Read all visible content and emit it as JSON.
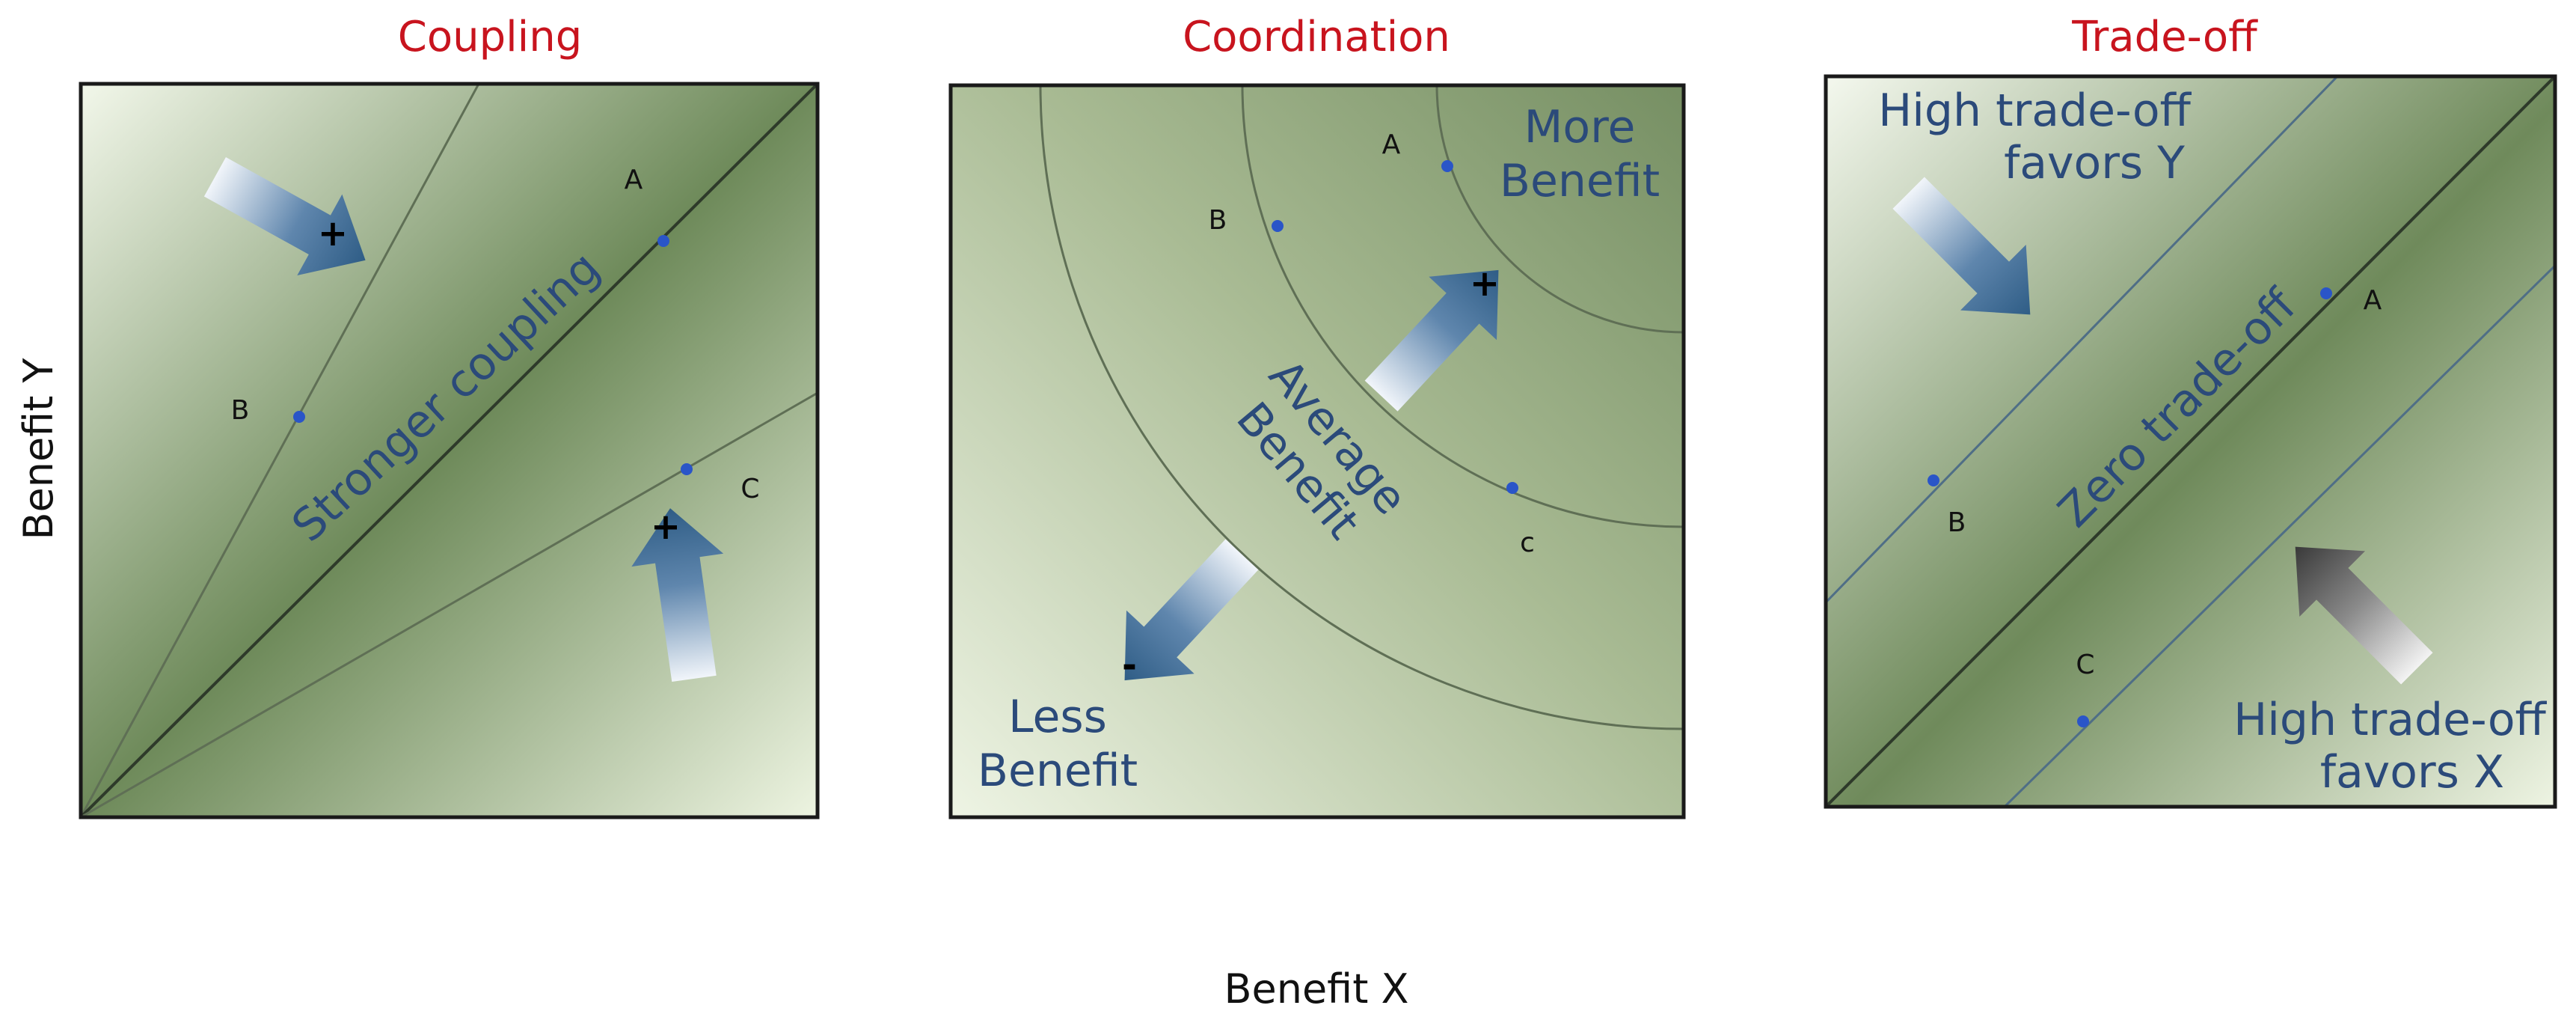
{
  "figure": {
    "xlabel": "Benefit X",
    "ylabel": "Benefit Y",
    "panels": [
      {
        "title": "Coupling",
        "annotations": [
          "Stronger coupling"
        ],
        "points": [
          "A",
          "B",
          "C"
        ],
        "arrows": [
          "+",
          "+"
        ]
      },
      {
        "title": "Coordination",
        "annotations": [
          "More",
          "Benefit",
          "Average",
          "Benefit",
          "Less",
          "Benefit"
        ],
        "points": [
          "A",
          "B",
          "c"
        ],
        "arrows": [
          "+",
          "-"
        ]
      },
      {
        "title": "Trade-off",
        "annotations": [
          "High trade-off",
          "favors Y",
          "Zero trade-off",
          "High trade-off",
          "favors X"
        ],
        "points": [
          "A",
          "B",
          "C"
        ]
      }
    ],
    "colors": {
      "title": "#c8141e",
      "annotation": "#2b4a7a",
      "point": "#2a55c8",
      "panel_dark": "#6f8a5c",
      "panel_light": "#eef4e2"
    }
  }
}
